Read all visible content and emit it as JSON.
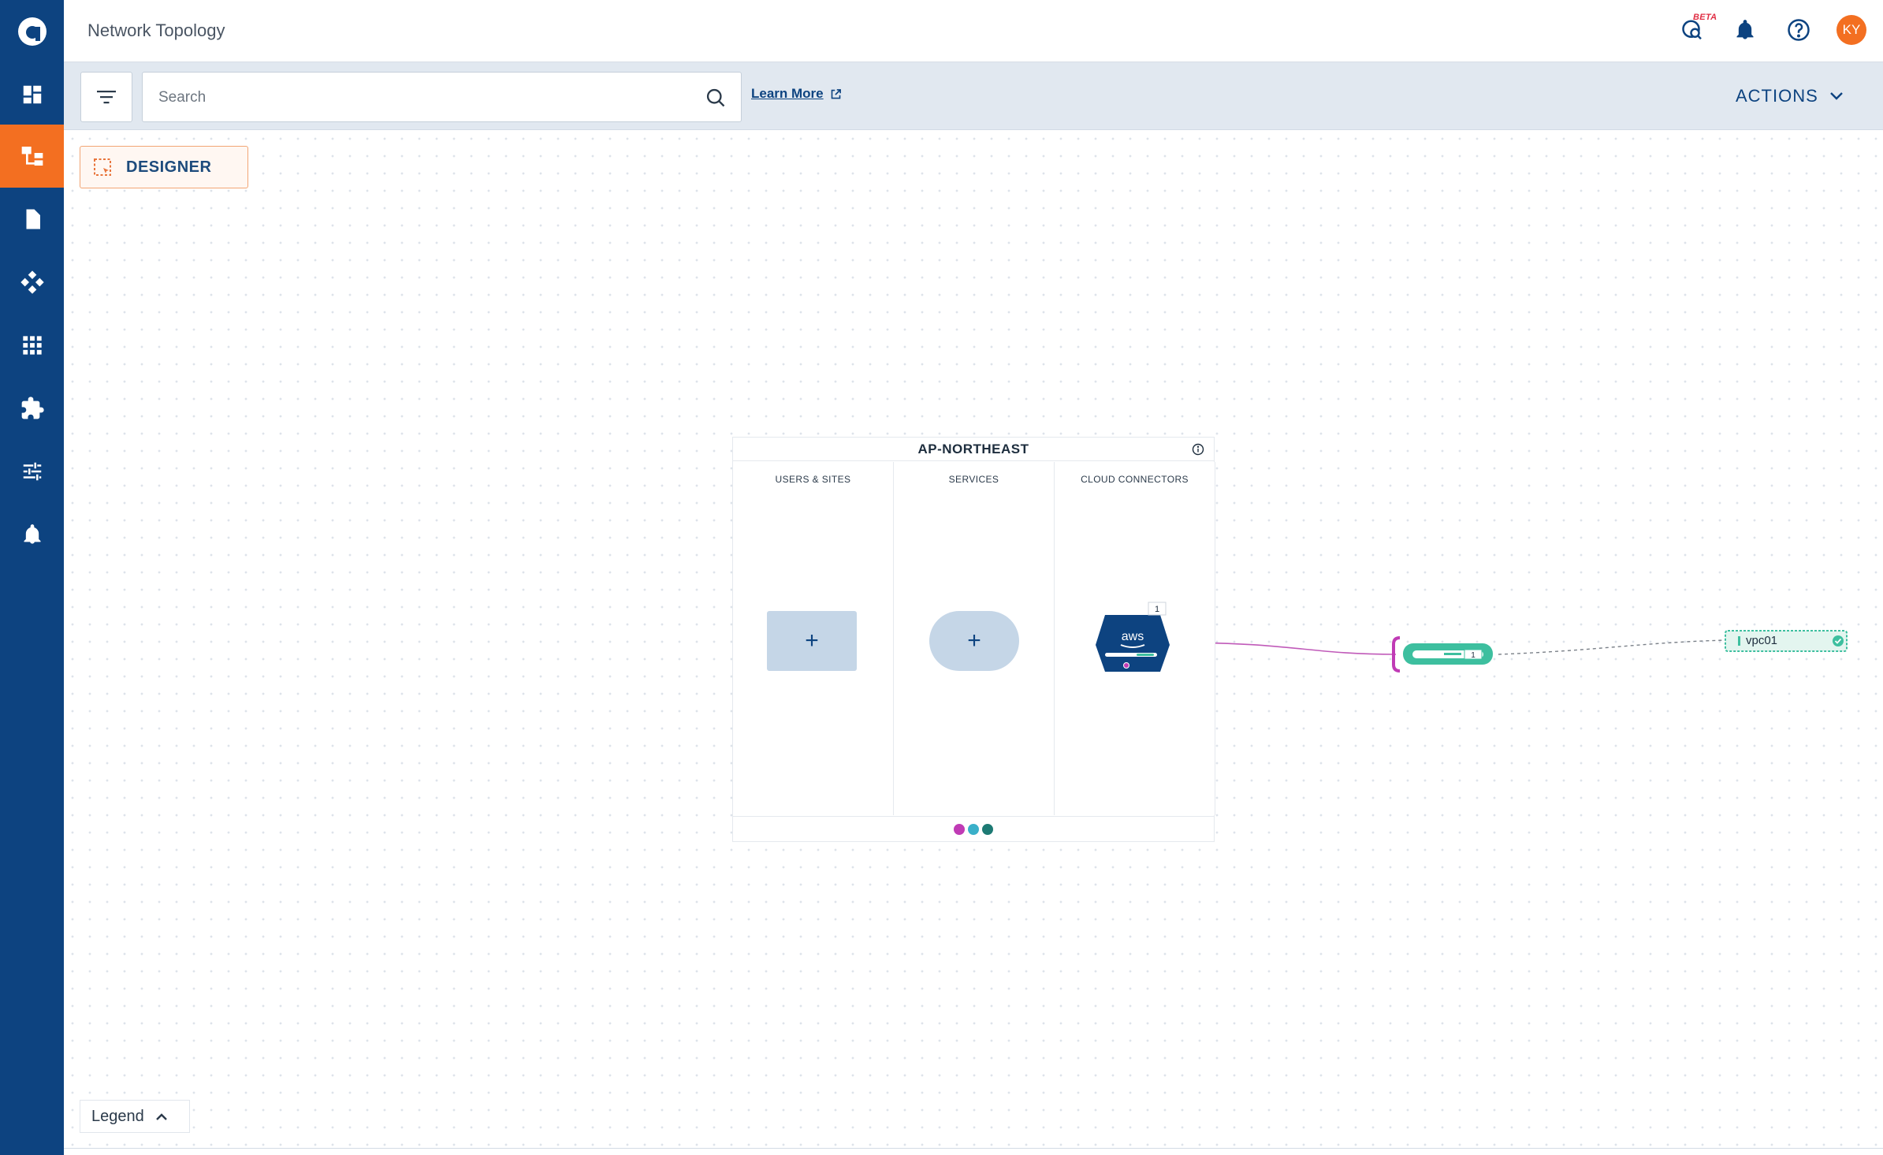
{
  "header": {
    "title": "Network Topology",
    "beta_badge": "BETA",
    "avatar_initials": "KY"
  },
  "sidebar": {
    "items": [
      {
        "icon": "dashboard-icon"
      },
      {
        "icon": "topology-icon",
        "active": true
      },
      {
        "icon": "document-icon"
      },
      {
        "icon": "network-diamond-icon"
      },
      {
        "icon": "apps-grid-icon"
      },
      {
        "icon": "puzzle-icon"
      },
      {
        "icon": "sliders-icon"
      },
      {
        "icon": "bell-icon"
      }
    ]
  },
  "toolbar": {
    "search_placeholder": "Search",
    "learn_more": "Learn More",
    "actions": "ACTIONS"
  },
  "canvas": {
    "designer": "DESIGNER",
    "region": {
      "title": "AP-NORTHEAST",
      "columns": [
        "USERS & SITES",
        "SERVICES",
        "CLOUD CONNECTORS"
      ],
      "add_symbol": "+",
      "connector": {
        "provider": "aws",
        "count": "1"
      },
      "status_dots": [
        "#c03bb5",
        "#3ab0c9",
        "#1d7a74"
      ]
    },
    "transit": {
      "count": "1"
    },
    "vpc": {
      "label": "vpc01"
    },
    "legend": "Legend"
  },
  "colors": {
    "sidebar": "#0d4380",
    "accent": "#f36f21",
    "teal": "#3dbf9f",
    "magenta": "#c03bb5"
  }
}
